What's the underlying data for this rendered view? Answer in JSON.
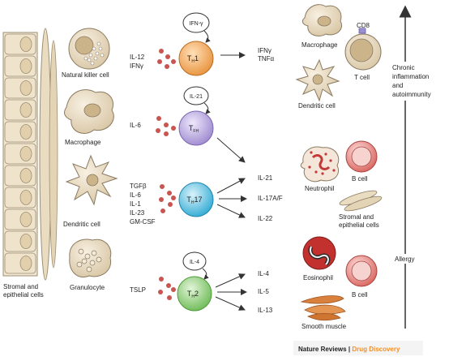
{
  "left_column": {
    "stromal_label": [
      "Stromal and",
      "epithelial cells"
    ],
    "natural_killer": "Natural killer cell",
    "macrophage": "Macrophage",
    "dendritic": "Dendritic cell",
    "granulocyte": "Granulocyte"
  },
  "th1": {
    "inputs": [
      "IL-12",
      "IFNγ"
    ],
    "feedback": "IFN-γ",
    "cell_main": "T",
    "cell_sub": "H",
    "cell_num": "1",
    "outputs": [
      "IFNγ",
      "TNFα"
    ]
  },
  "tfh": {
    "inputs": [
      "IL-6"
    ],
    "feedback": "IL-21",
    "cell_main": "T",
    "cell_sub": "FH"
  },
  "th17": {
    "inputs": [
      "TGFβ",
      "IL-6",
      "IL-1",
      "IL-23",
      "GM-CSF"
    ],
    "cell_main": "T",
    "cell_sub": "H",
    "cell_num": "17",
    "outputs": [
      "IL-21",
      "IL-17A/F",
      "IL-22"
    ]
  },
  "th2": {
    "inputs": [
      "TSLP"
    ],
    "feedback": "IL-4",
    "cell_main": "T",
    "cell_sub": "H",
    "cell_num": "2",
    "outputs": [
      "IL-4",
      "IL-5",
      "IL-13"
    ]
  },
  "right_targets": {
    "macrophage": "Macrophage",
    "cd8": "CD8",
    "t_cell": "T cell",
    "dendritic": "Dendritic cell",
    "neutrophil": "Neutrophil",
    "b_cell_1": "B cell",
    "stromal": [
      "Stromal and",
      "epithelial cells"
    ],
    "eosinophil": "Eosinophil",
    "b_cell_2": "B cell",
    "smooth_muscle": "Smooth muscle"
  },
  "axis": {
    "top_label": [
      "Chronic",
      "inflammation",
      "and",
      "autoimmunity"
    ],
    "bottom_label": "Allergy"
  },
  "footer": {
    "journal": "Nature Reviews",
    "separator": "|",
    "section": "Drug Discovery"
  },
  "colors": {
    "th1": "#f2a95a",
    "tfh": "#b9a8dc",
    "th17": "#5fc4e3",
    "th2": "#8fcf7a",
    "cell_beige": "#e9dcc3",
    "cell_outline": "#8a7a60",
    "cytokine_dot": "#c8554f",
    "footer_accent": "#f0902a"
  }
}
